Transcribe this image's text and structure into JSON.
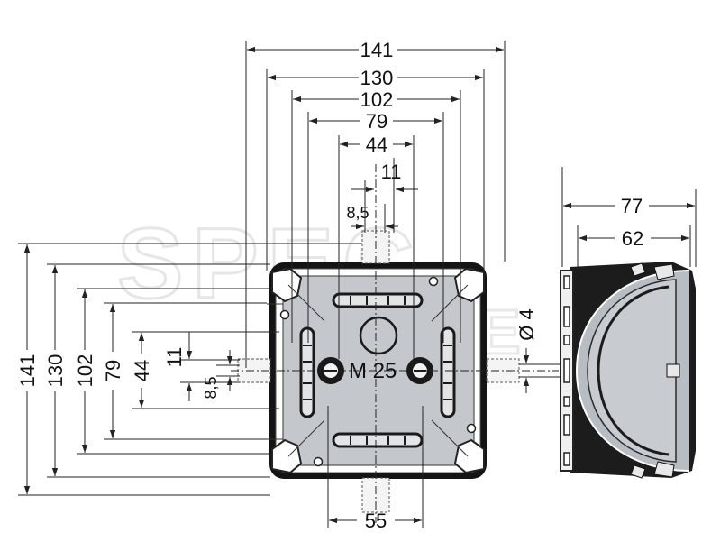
{
  "watermark": {
    "line1": "SPEC",
    "line2": "ABLE"
  },
  "top_dims": {
    "d141": "141",
    "d130": "130",
    "d102": "102",
    "d79": "79",
    "d44": "44",
    "d11": "11",
    "d8_5": "8,5"
  },
  "left_dims": {
    "d141": "141",
    "d130": "130",
    "d102": "102",
    "d79": "79",
    "d44": "44",
    "d11": "11",
    "d8_5": "8,5"
  },
  "bottom_dims": {
    "d55": "55"
  },
  "side_dims": {
    "d77": "77",
    "d62": "62",
    "dia4": "Ø 4"
  },
  "box": {
    "entry_label": "M 25"
  },
  "colors": {
    "box_fill": "#c4c8cd",
    "box_frame": "#141414",
    "side_shell": "#1c1c1c",
    "line": "#222222"
  }
}
